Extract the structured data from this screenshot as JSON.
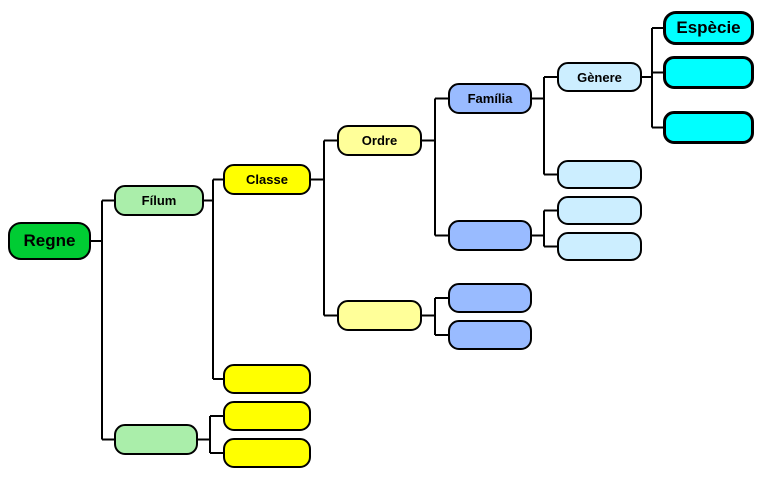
{
  "diagram": {
    "type": "tree",
    "background": "#FFFFFF",
    "line_color": "#000000",
    "labels": {
      "regne": "Regne",
      "filum": "Fílum",
      "classe": "Classe",
      "ordre": "Ordre",
      "familia": "Família",
      "genere": "Gènere",
      "especie": "Espècie"
    },
    "colors": {
      "regne": "#00CC33",
      "filum": "#AAEEAA",
      "classe": "#FFFF00",
      "ordre": "#FFFF99",
      "familia": "#99BBFF",
      "genere": "#CCEEFF",
      "especie": "#00FFFF"
    },
    "structure": [
      {
        "parent": "Regne",
        "children": [
          "Fílum",
          "unlabeled-filum"
        ]
      },
      {
        "parent": "Fílum",
        "children": [
          "Classe",
          "unlabeled-classe-1"
        ]
      },
      {
        "parent": "unlabeled-filum",
        "children": [
          "unlabeled-classe-2",
          "unlabeled-classe-3"
        ]
      },
      {
        "parent": "Classe",
        "children": [
          "Ordre",
          "unlabeled-ordre"
        ]
      },
      {
        "parent": "Ordre",
        "children": [
          "Família",
          "unlabeled-familia-1"
        ]
      },
      {
        "parent": "unlabeled-ordre",
        "children": [
          "unlabeled-familia-2",
          "unlabeled-familia-3"
        ]
      },
      {
        "parent": "Família",
        "children": [
          "Gènere",
          "unlabeled-genere-1"
        ]
      },
      {
        "parent": "unlabeled-familia-1",
        "children": [
          "unlabeled-genere-2",
          "unlabeled-genere-3"
        ]
      },
      {
        "parent": "Gènere",
        "children": [
          "Espècie",
          "unlabeled-especie-1",
          "unlabeled-especie-2"
        ]
      }
    ]
  }
}
